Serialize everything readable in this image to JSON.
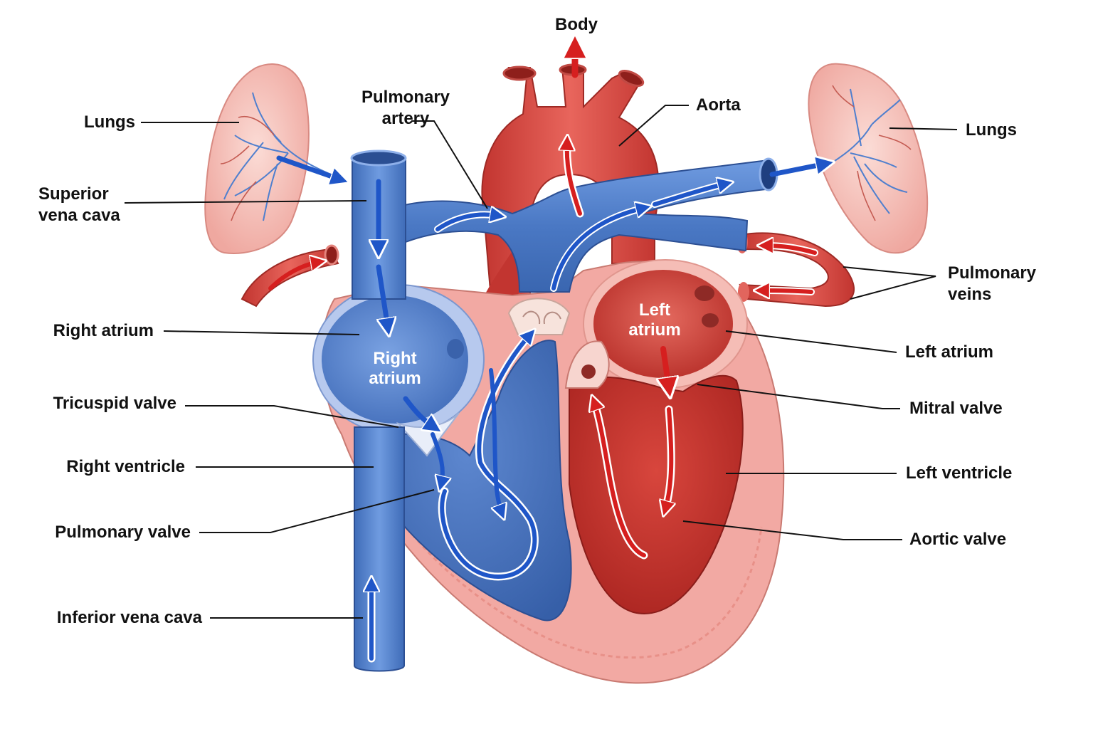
{
  "diagram": {
    "labels": {
      "body": "Body",
      "lungs_left": "Lungs",
      "lungs_right": "Lungs",
      "pulmonary_artery": [
        "Pulmonary",
        "artery"
      ],
      "aorta": "Aorta",
      "superior_vena_cava": [
        "Superior",
        "vena cava"
      ],
      "pulmonary_veins": [
        "Pulmonary",
        "veins"
      ],
      "right_atrium": "Right atrium",
      "left_atrium": "Left atrium",
      "tricuspid_valve": "Tricuspid valve",
      "mitral_valve": "Mitral valve",
      "right_ventricle": "Right ventricle",
      "left_ventricle": "Left ventricle",
      "pulmonary_valve": "Pulmonary valve",
      "aortic_valve": "Aortic valve",
      "inferior_vena_cava": "Inferior vena cava"
    },
    "inner_labels": {
      "right_atrium": [
        "Right",
        "atrium"
      ],
      "left_atrium": [
        "Left",
        "atrium"
      ]
    },
    "colors": {
      "deoxygenated": "#4a78c4",
      "deoxygenated_dark": "#2f5aa8",
      "oxygenated": "#d9443e",
      "oxygenated_dark": "#b52a26",
      "muscle": "#f2a9a3",
      "lung": "#f6c6c0",
      "flow_blue": "#1f56c8",
      "flow_red": "#d61f1f",
      "leader": "#111111"
    }
  }
}
